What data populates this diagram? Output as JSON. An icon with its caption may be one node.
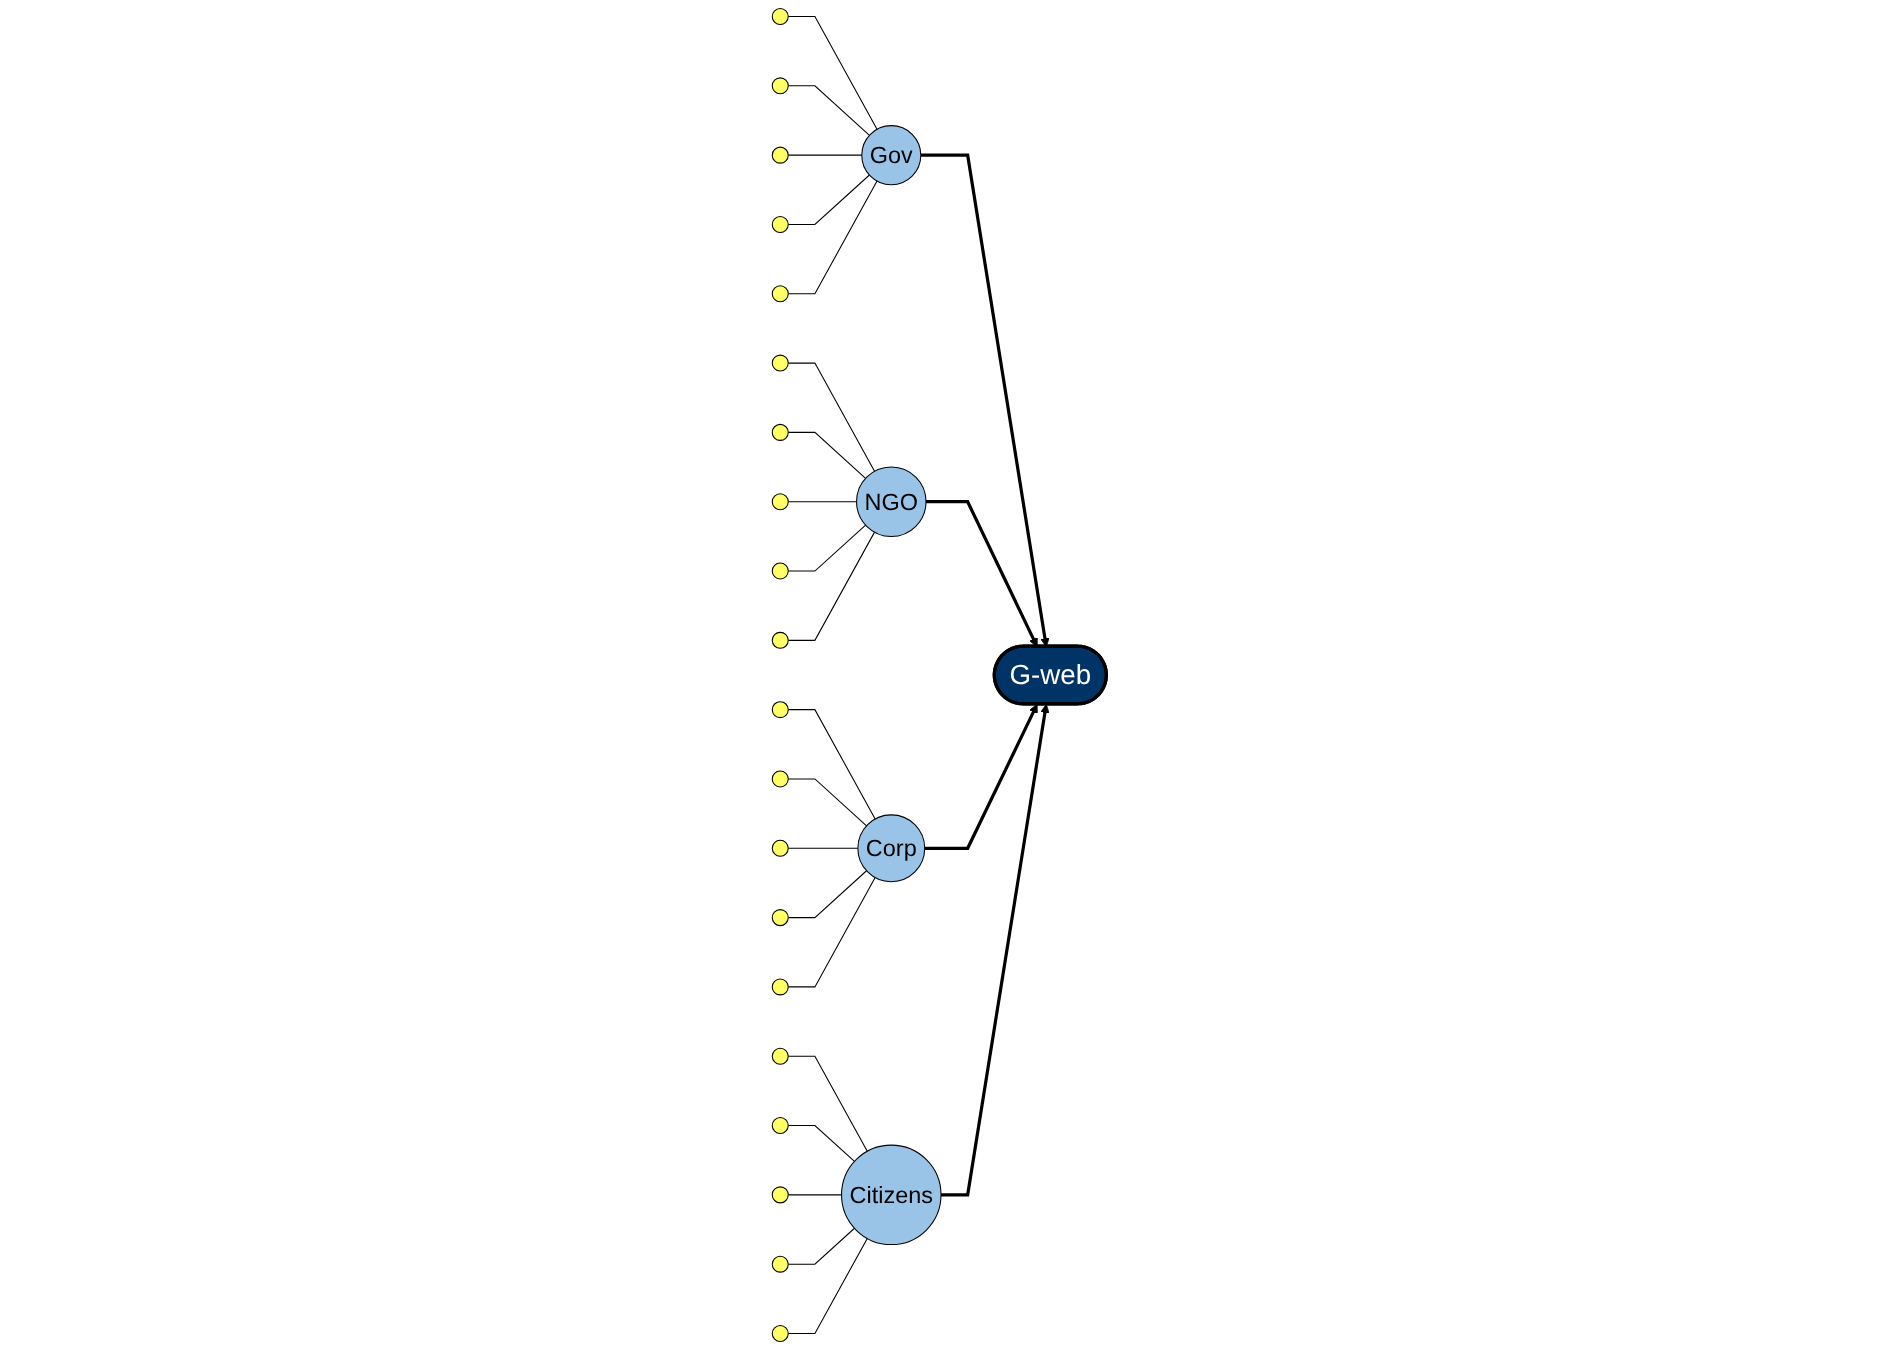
{
  "diagram": {
    "nodes": [
      {
        "text": [
          "Gov"
        ]
      },
      {
        "text": [
          "NGO"
        ]
      },
      {
        "text": [
          "G-web"
        ]
      },
      {
        "text": [
          "Corp"
        ]
      },
      {
        "text": [
          "Citizens"
        ]
      },
      {
        "text": [],
        "shape": "circle"
      },
      {
        "text": [],
        "shape": "circle"
      },
      {
        "text": [],
        "shape": "circle"
      },
      {
        "text": [],
        "shape": "circle"
      },
      {
        "text": [],
        "shape": "circle"
      },
      {
        "text": [],
        "shape": "circle"
      },
      {
        "text": [],
        "shape": "circle"
      },
      {
        "text": [],
        "shape": "circle"
      },
      {
        "text": [],
        "shape": "circle"
      },
      {
        "text": [],
        "shape": "circle"
      },
      {
        "text": [],
        "shape": "circle"
      },
      {
        "text": [],
        "shape": "circle"
      },
      {
        "text": [],
        "shape": "circle"
      },
      {
        "text": [],
        "shape": "circle"
      },
      {
        "text": [],
        "shape": "circle"
      },
      {
        "text": [],
        "shape": "circle"
      },
      {
        "text": [],
        "shape": "circle"
      },
      {
        "text": [],
        "shape": "circle"
      },
      {
        "text": [],
        "shape": "circle"
      },
      {
        "text": [],
        "shape": "circle"
      }
    ],
    "edges": [
      {
        "from": 0,
        "to": 2,
        "arrow": "to"
      },
      {
        "from": 1,
        "to": 2,
        "arrow": "to"
      },
      {
        "from": 3,
        "to": 2,
        "arrow": "to"
      },
      {
        "from": 4,
        "to": 2,
        "arrow": "to"
      },
      {
        "from": 5,
        "to": 0,
        "arrow": "none"
      },
      {
        "from": 6,
        "to": 0,
        "arrow": "none"
      },
      {
        "from": 7,
        "to": 0,
        "arrow": "none"
      },
      {
        "from": 8,
        "to": 0,
        "arrow": "none"
      },
      {
        "from": 9,
        "to": 0,
        "arrow": "none"
      },
      {
        "from": 10,
        "to": 1,
        "arrow": "none"
      },
      {
        "from": 11,
        "to": 1,
        "arrow": "none"
      },
      {
        "from": 12,
        "to": 1,
        "arrow": "none"
      },
      {
        "from": 13,
        "to": 1,
        "arrow": "none"
      },
      {
        "from": 14,
        "to": 1,
        "arrow": "none"
      },
      {
        "from": 15,
        "to": 3,
        "arrow": "none"
      },
      {
        "from": 16,
        "to": 3,
        "arrow": "none"
      },
      {
        "from": 17,
        "to": 3,
        "arrow": "none"
      },
      {
        "from": 18,
        "to": 3,
        "arrow": "none"
      },
      {
        "from": 19,
        "to": 3,
        "arrow": "none"
      },
      {
        "from": 20,
        "to": 4,
        "arrow": "none"
      },
      {
        "from": 21,
        "to": 4,
        "arrow": "none"
      },
      {
        "from": 22,
        "to": 4,
        "arrow": "none"
      },
      {
        "from": 23,
        "to": 4,
        "arrow": "none"
      },
      {
        "from": 24,
        "to": 4,
        "arrow": "none"
      }
    ]
  }
}
